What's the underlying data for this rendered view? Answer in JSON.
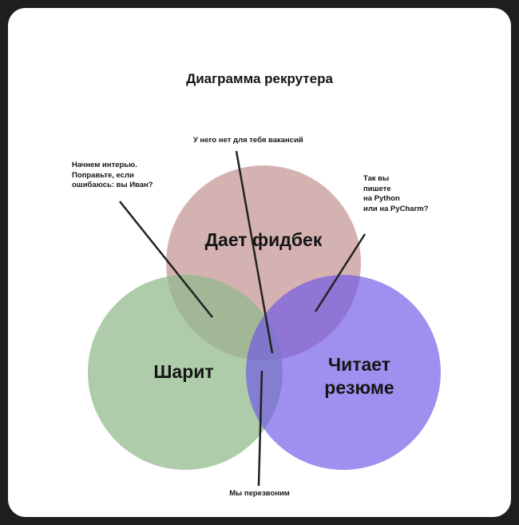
{
  "diagram": {
    "title": "Диаграмма рекрутера",
    "circles": {
      "top": {
        "label": "Дает фидбек",
        "color": "#c99c9c"
      },
      "left": {
        "label": "Шарит",
        "color": "#8fb889"
      },
      "right": {
        "label_lines": [
          "Читает",
          "резюме"
        ],
        "color": "#6b55e8"
      }
    },
    "annotations": {
      "top_left": {
        "lines": [
          "Начнем интерью.",
          "Поправьте, если",
          "ошибаюсь: вы Иван?"
        ]
      },
      "top_center": {
        "lines": [
          "У него нет для тебя вакансий"
        ]
      },
      "top_right": {
        "lines": [
          "Так вы",
          "пишете",
          "на Python",
          "или на PyCharm?"
        ]
      },
      "bottom": {
        "lines": [
          "Мы перезвоним"
        ]
      }
    }
  }
}
